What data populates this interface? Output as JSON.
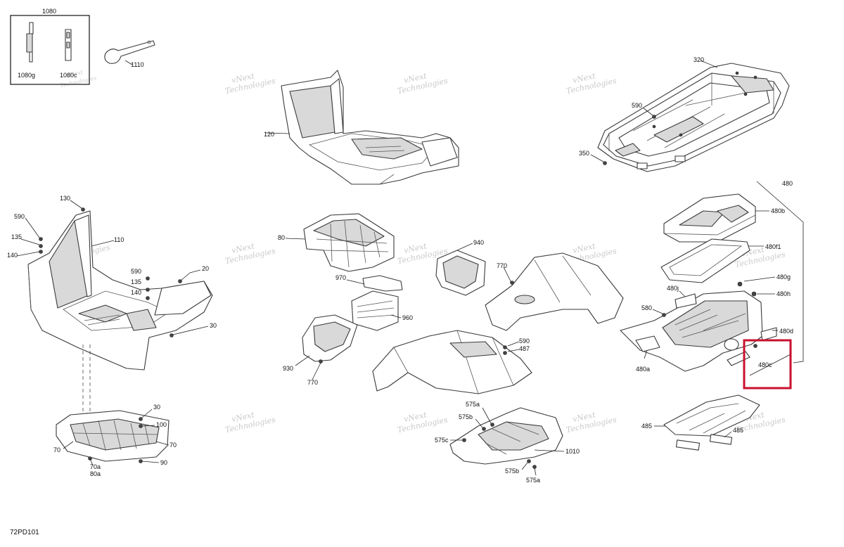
{
  "figure_id": "72PD101",
  "watermark": {
    "line1": "vNext",
    "line2": "Technologies"
  },
  "callouts": {
    "c1080": "1080",
    "c1080g": "1080g",
    "c1080c": "1080c",
    "c1110": "1110",
    "c120": "120",
    "c320": "320",
    "c590a": "590",
    "c350": "350",
    "c130": "130",
    "c590b": "590",
    "c135a": "135",
    "c140a": "140",
    "c110": "110",
    "c590c": "590",
    "c135b": "135",
    "c140b": "140",
    "c20": "20",
    "c30a": "30",
    "c80": "80",
    "c940": "940",
    "c770a": "770",
    "c970": "970",
    "c960": "960",
    "c930": "930",
    "c770b": "770",
    "c590d": "590",
    "c487": "487",
    "c480": "480",
    "c480b": "480b",
    "c480f1": "480f1",
    "c480g": "480g",
    "c480j": "480j",
    "c480h": "480h",
    "c580": "580",
    "c480d": "480d",
    "c480a": "480a",
    "c480c": "480c",
    "c30b": "30",
    "c100": "100",
    "c70a": "70",
    "c70b": "70",
    "c70a2": "70a",
    "c80a": "80a",
    "c90": "90",
    "c575a1": "575a",
    "c575b1": "575b",
    "c575c": "575c",
    "c1010": "1010",
    "c575b2": "575b",
    "c575a2": "575a",
    "c485": "485",
    "c485b": "485"
  },
  "colors": {
    "highlight": "#c8102e",
    "line": "#3a3a3a",
    "shade": "#d9d9d9"
  }
}
